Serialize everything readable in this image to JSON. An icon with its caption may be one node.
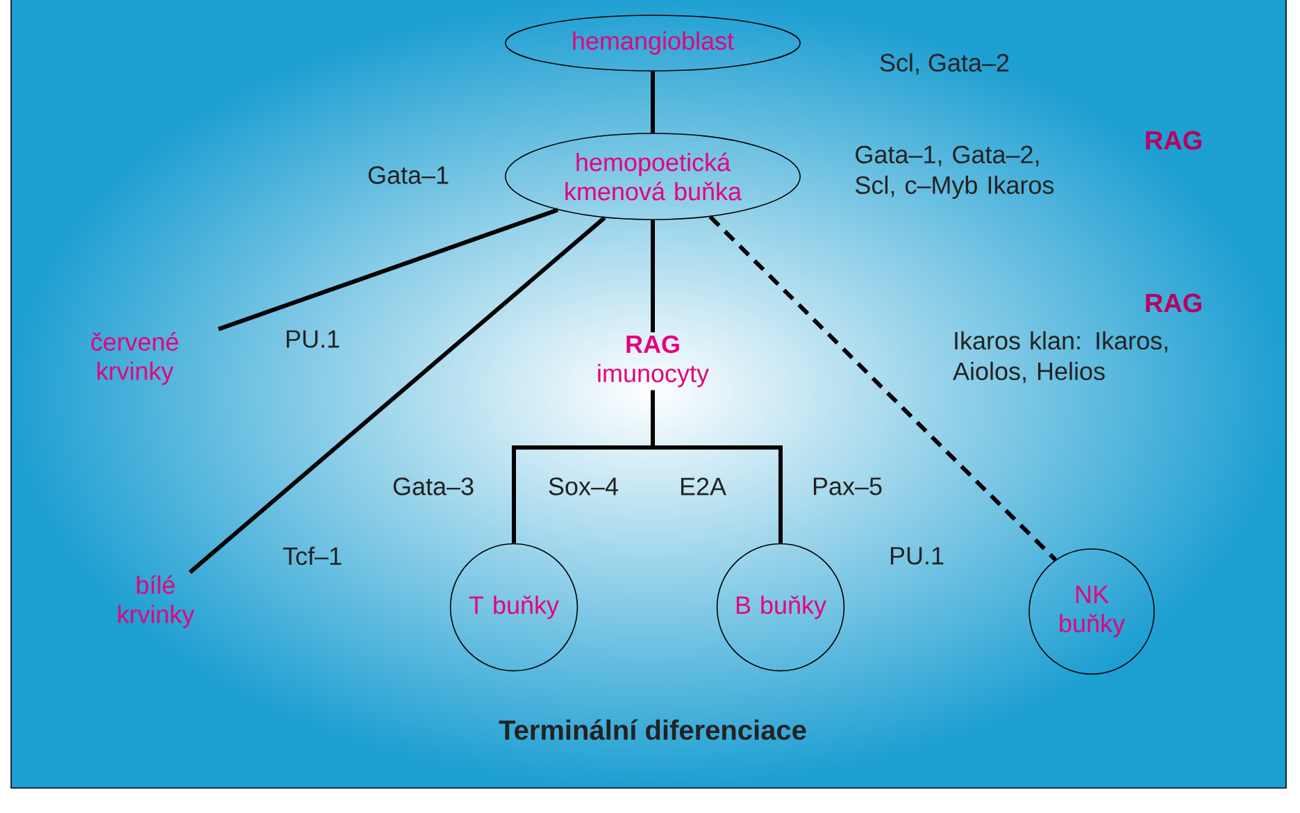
{
  "diagram": {
    "caption": "Terminální diferenciace",
    "nodes": [
      {
        "text": [
          "hemangioblast"
        ]
      },
      {
        "text": [
          "hemopoetická kmenová buňka"
        ]
      },
      {
        "text": [
          "červené krvinky"
        ]
      },
      {
        "text": [
          "bílé krvinky"
        ]
      },
      {
        "text": [
          "RAG",
          "imunocyty"
        ]
      },
      {
        "text": [
          "T buňky"
        ]
      },
      {
        "text": [
          "B buňky"
        ]
      },
      {
        "text": [
          "NK buňky"
        ]
      }
    ],
    "edges": [
      {
        "from": 0,
        "to": 1,
        "arrow": "none"
      },
      {
        "from": 1,
        "to": 2,
        "arrow": "none"
      },
      {
        "from": 1,
        "to": 3,
        "arrow": "none"
      },
      {
        "from": 1,
        "to": 4,
        "arrow": "none"
      },
      {
        "from": 4,
        "to": 5,
        "arrow": "none"
      },
      {
        "from": 4,
        "to": 6,
        "arrow": "none"
      },
      {
        "from": 1,
        "to": 7,
        "arrow": "none",
        "style": "dashed"
      }
    ],
    "labels": [
      "Scl, Gata–2",
      "Gata–1, Gata–2, Scl, c–Myb Ikaros",
      "RAG",
      "Gata–1",
      "RAG",
      "PU.1",
      "Ikaros klan: Ikaros, Aiolos, Helios",
      "Gata–3",
      "Sox–4",
      "E2A",
      "Pax–5",
      "Tcf–1",
      "PU.1"
    ]
  }
}
